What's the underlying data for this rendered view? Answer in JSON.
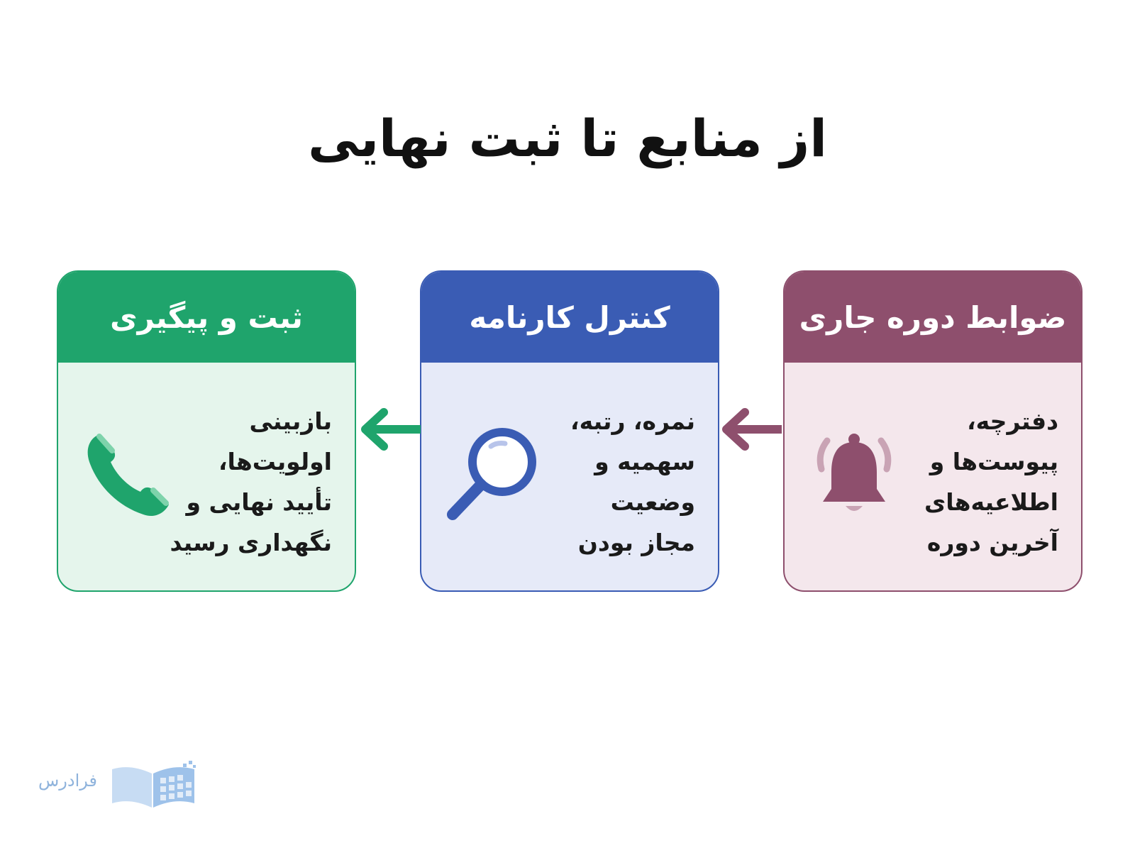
{
  "title": "از منابع تا ثبت نهایی",
  "cards": [
    {
      "header": "ضوابط دوره جاری",
      "body": "دفترچه،\nپیوست‌ها و\nاطلاعیه‌های\nآخرین دوره",
      "icon": "bell-icon",
      "header_color": "#8e4f6d",
      "body_color": "#f4e7ec",
      "border_color": "#8e4f6d"
    },
    {
      "header": "کنترل کارنامه",
      "body": "نمره، رتبه،\nسهمیه و\nوضعیت\nمجاز بودن",
      "icon": "magnifier-icon",
      "header_color": "#3a5cb4",
      "body_color": "#e6eaf8",
      "border_color": "#3a5cb4"
    },
    {
      "header": "ثبت و پیگیری",
      "body": "بازبینی\nاولویت‌ها،\nتأیید نهایی و\nنگهداری رسید",
      "icon": "phone-icon",
      "header_color": "#1fa46c",
      "body_color": "#e5f5ec",
      "border_color": "#1fa46c"
    }
  ],
  "arrows": [
    {
      "icon": "arrow-left-icon",
      "color": "#8e4f6d"
    },
    {
      "icon": "arrow-left-icon",
      "color": "#1fa46c"
    }
  ],
  "logo": {
    "text": "فرادرس",
    "icon": "book-logo-icon",
    "color": "#8fb3dc"
  }
}
